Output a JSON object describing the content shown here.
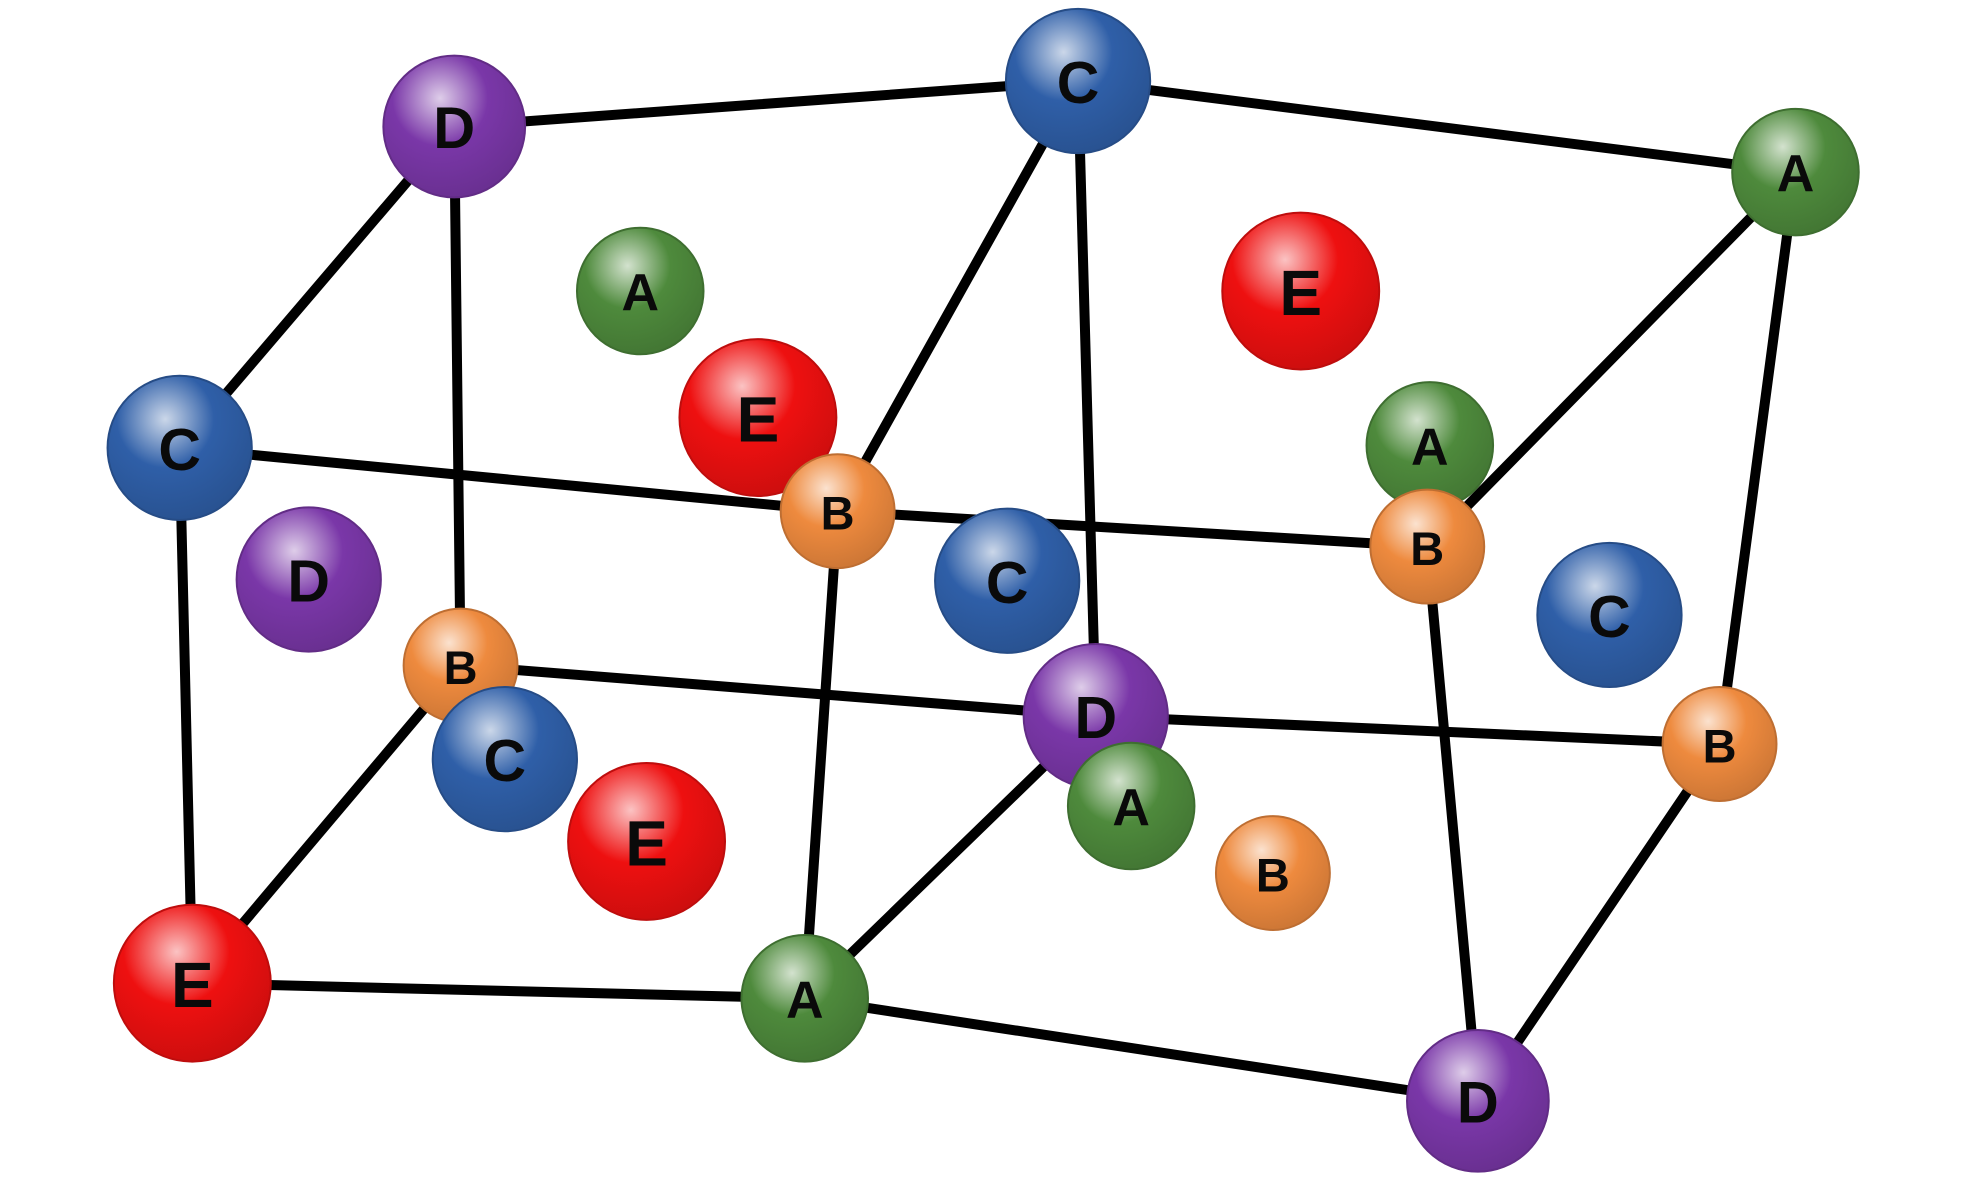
{
  "colors": {
    "A": "#4e8a3c",
    "B": "#ee8a3e",
    "C": "#2f5fa8",
    "D": "#7a37a8",
    "E": "#ee1010",
    "bond": "#000000",
    "background": "#ffffff"
  },
  "labels": {
    "A": "A",
    "B": "B",
    "C": "C",
    "D": "D",
    "E": "E"
  },
  "atoms": [
    {
      "id": "n1",
      "type": "D"
    },
    {
      "id": "n2",
      "type": "C"
    },
    {
      "id": "n3",
      "type": "A"
    },
    {
      "id": "n4",
      "type": "A"
    },
    {
      "id": "n5",
      "type": "E"
    },
    {
      "id": "n6",
      "type": "E"
    },
    {
      "id": "n7",
      "type": "C"
    },
    {
      "id": "n8",
      "type": "A"
    },
    {
      "id": "n9",
      "type": "B"
    },
    {
      "id": "n10",
      "type": "D"
    },
    {
      "id": "n11",
      "type": "C"
    },
    {
      "id": "n12",
      "type": "B"
    },
    {
      "id": "n13",
      "type": "C"
    },
    {
      "id": "n14",
      "type": "B"
    },
    {
      "id": "n15",
      "type": "D"
    },
    {
      "id": "n16",
      "type": "C"
    },
    {
      "id": "n17",
      "type": "B"
    },
    {
      "id": "n18",
      "type": "A"
    },
    {
      "id": "n19",
      "type": "E"
    },
    {
      "id": "n20",
      "type": "B"
    },
    {
      "id": "n21",
      "type": "E"
    },
    {
      "id": "n22",
      "type": "A"
    },
    {
      "id": "n23",
      "type": "D"
    }
  ],
  "bonds": [
    [
      "n1",
      "n2"
    ],
    [
      "n2",
      "n3"
    ],
    [
      "n1",
      "n7"
    ],
    [
      "n2",
      "n9"
    ],
    [
      "n2",
      "n15"
    ],
    [
      "n3",
      "n12"
    ],
    [
      "n3",
      "n17"
    ],
    [
      "n1",
      "n14"
    ],
    [
      "n7",
      "n9"
    ],
    [
      "n9",
      "n12"
    ],
    [
      "n14",
      "n15"
    ],
    [
      "n15",
      "n17"
    ],
    [
      "n7",
      "n21"
    ],
    [
      "n14",
      "n21"
    ],
    [
      "n21",
      "n22"
    ],
    [
      "n22",
      "n23"
    ],
    [
      "n9",
      "n22"
    ],
    [
      "n15",
      "n22"
    ],
    [
      "n12",
      "n23"
    ],
    [
      "n17",
      "n23"
    ]
  ]
}
